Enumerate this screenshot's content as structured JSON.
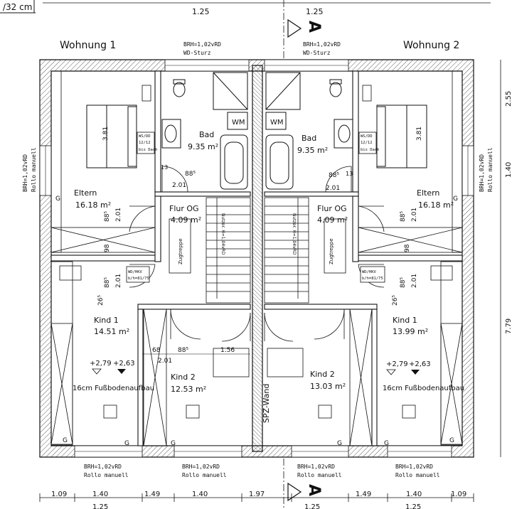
{
  "scale_note": "/32 cm",
  "units": {
    "left": "Wohnung 1",
    "right": "Wohnung 2"
  },
  "section_marker": "A",
  "top_dims": [
    "1.25",
    "1.25"
  ],
  "window_notes": {
    "top_left": [
      "BRH=1,02vRD",
      "WD-Sturz"
    ],
    "top_right": [
      "BRH=1,02vRD",
      "WD-Sturz"
    ],
    "left_side": [
      "BRH=1,02vRD",
      "Rollo manuell"
    ],
    "right_side": [
      "BRH=1,02vRD",
      "Rollo manuell"
    ],
    "bottom": [
      [
        "BRH=1,02vRD",
        "Rollo manuell"
      ],
      [
        "BRH=1,02vRD",
        "Rollo manuell"
      ],
      [
        "BRH=1,02vRD",
        "Rollo manuell"
      ],
      [
        "BRH=1,02vRD",
        "Rollo manuell"
      ]
    ]
  },
  "rooms": {
    "eltern_l": {
      "name": "Eltern",
      "area": "16.18 m²"
    },
    "bad_l": {
      "name": "Bad",
      "area": "9.35 m²"
    },
    "flur_l": {
      "name": "Flur OG",
      "area": "4.09 m²"
    },
    "kind1_l": {
      "name": "Kind 1",
      "area": "14.51 m²"
    },
    "kind2_l": {
      "name": "Kind 2",
      "area": "12.53 m²"
    },
    "kind2_r": {
      "name": "Kind 2",
      "area": "13.03 m²"
    },
    "flur_r": {
      "name": "Flur OG",
      "area": "4.09 m²"
    },
    "bad_r": {
      "name": "Bad",
      "area": "9.35 m²"
    },
    "eltern_r": {
      "name": "Eltern",
      "area": "16.18 m²"
    },
    "kind1_r": {
      "name": "Kind 1",
      "area": "13.99 m²"
    }
  },
  "fixtures": {
    "wm": "WM",
    "zugtreppe": "Zugtreppe",
    "wsdd": [
      "WS/DD",
      "12/12",
      "bis Dach"
    ],
    "wdhkv": [
      "WD/HKV",
      "b/h=81/75"
    ],
    "stair_note": "Nutzer. H=1,04vRD"
  },
  "interior_dims": {
    "bed_l": "3.81",
    "bed_r": "3.81",
    "d_88_5": "88⁵",
    "d_2_01": "2.01",
    "d_13": "13",
    "d_26_5": "26⁵",
    "d_98": "98",
    "d_68": "68",
    "d_1_56": "1.56"
  },
  "levels": [
    "+2,79",
    "+2,63"
  ],
  "floor_note": "16cm Fußbodenaufbau",
  "party_wall": "SPZ-Wand",
  "right_dims": [
    "2.55",
    "1.40",
    "7.79"
  ],
  "bottom_dims": [
    "1.09",
    "1.40",
    "1.49",
    "1.40",
    "1.97",
    "1.49",
    "1.40",
    "1.09"
  ],
  "bottom_dims_lower": [
    "1.25",
    "1.25",
    "1.25"
  ],
  "g_marks": [
    "G",
    "G",
    "G",
    "G",
    "G",
    "G",
    "G",
    "G"
  ]
}
